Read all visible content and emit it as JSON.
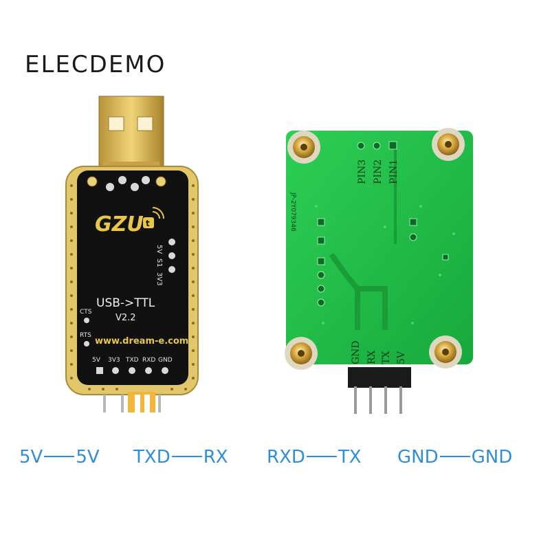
{
  "brand": "ELECDEMO",
  "usb_adapter": {
    "logo": "GZU",
    "logo_mark": "t",
    "title": "USB->TTL",
    "version": "V2.2",
    "url": "www.dream-e.com",
    "side_labels": [
      "5V",
      "S1",
      "3V3"
    ],
    "left_labels": [
      "CTS",
      "RTS"
    ],
    "bottom_pins": [
      "5V",
      "3V3",
      "TXD",
      "RXD",
      "GND"
    ]
  },
  "sensor_board": {
    "pin_labels": [
      "PIN3",
      "PIN2",
      "PIN1"
    ],
    "serial_code": "JP-2Y079346",
    "header_pins": [
      "GND",
      "RX",
      "TX",
      "5V"
    ]
  },
  "connections": [
    {
      "from": "5V",
      "to": "5V"
    },
    {
      "from": "TXD",
      "to": "RX"
    },
    {
      "from": "RXD",
      "to": "TX"
    },
    {
      "from": "GND",
      "to": "GND"
    }
  ],
  "colors": {
    "accent": "#2f8fd6",
    "pcb_green": "#22c24a",
    "adapter_black": "#111111",
    "gold": "#d9b24a"
  }
}
